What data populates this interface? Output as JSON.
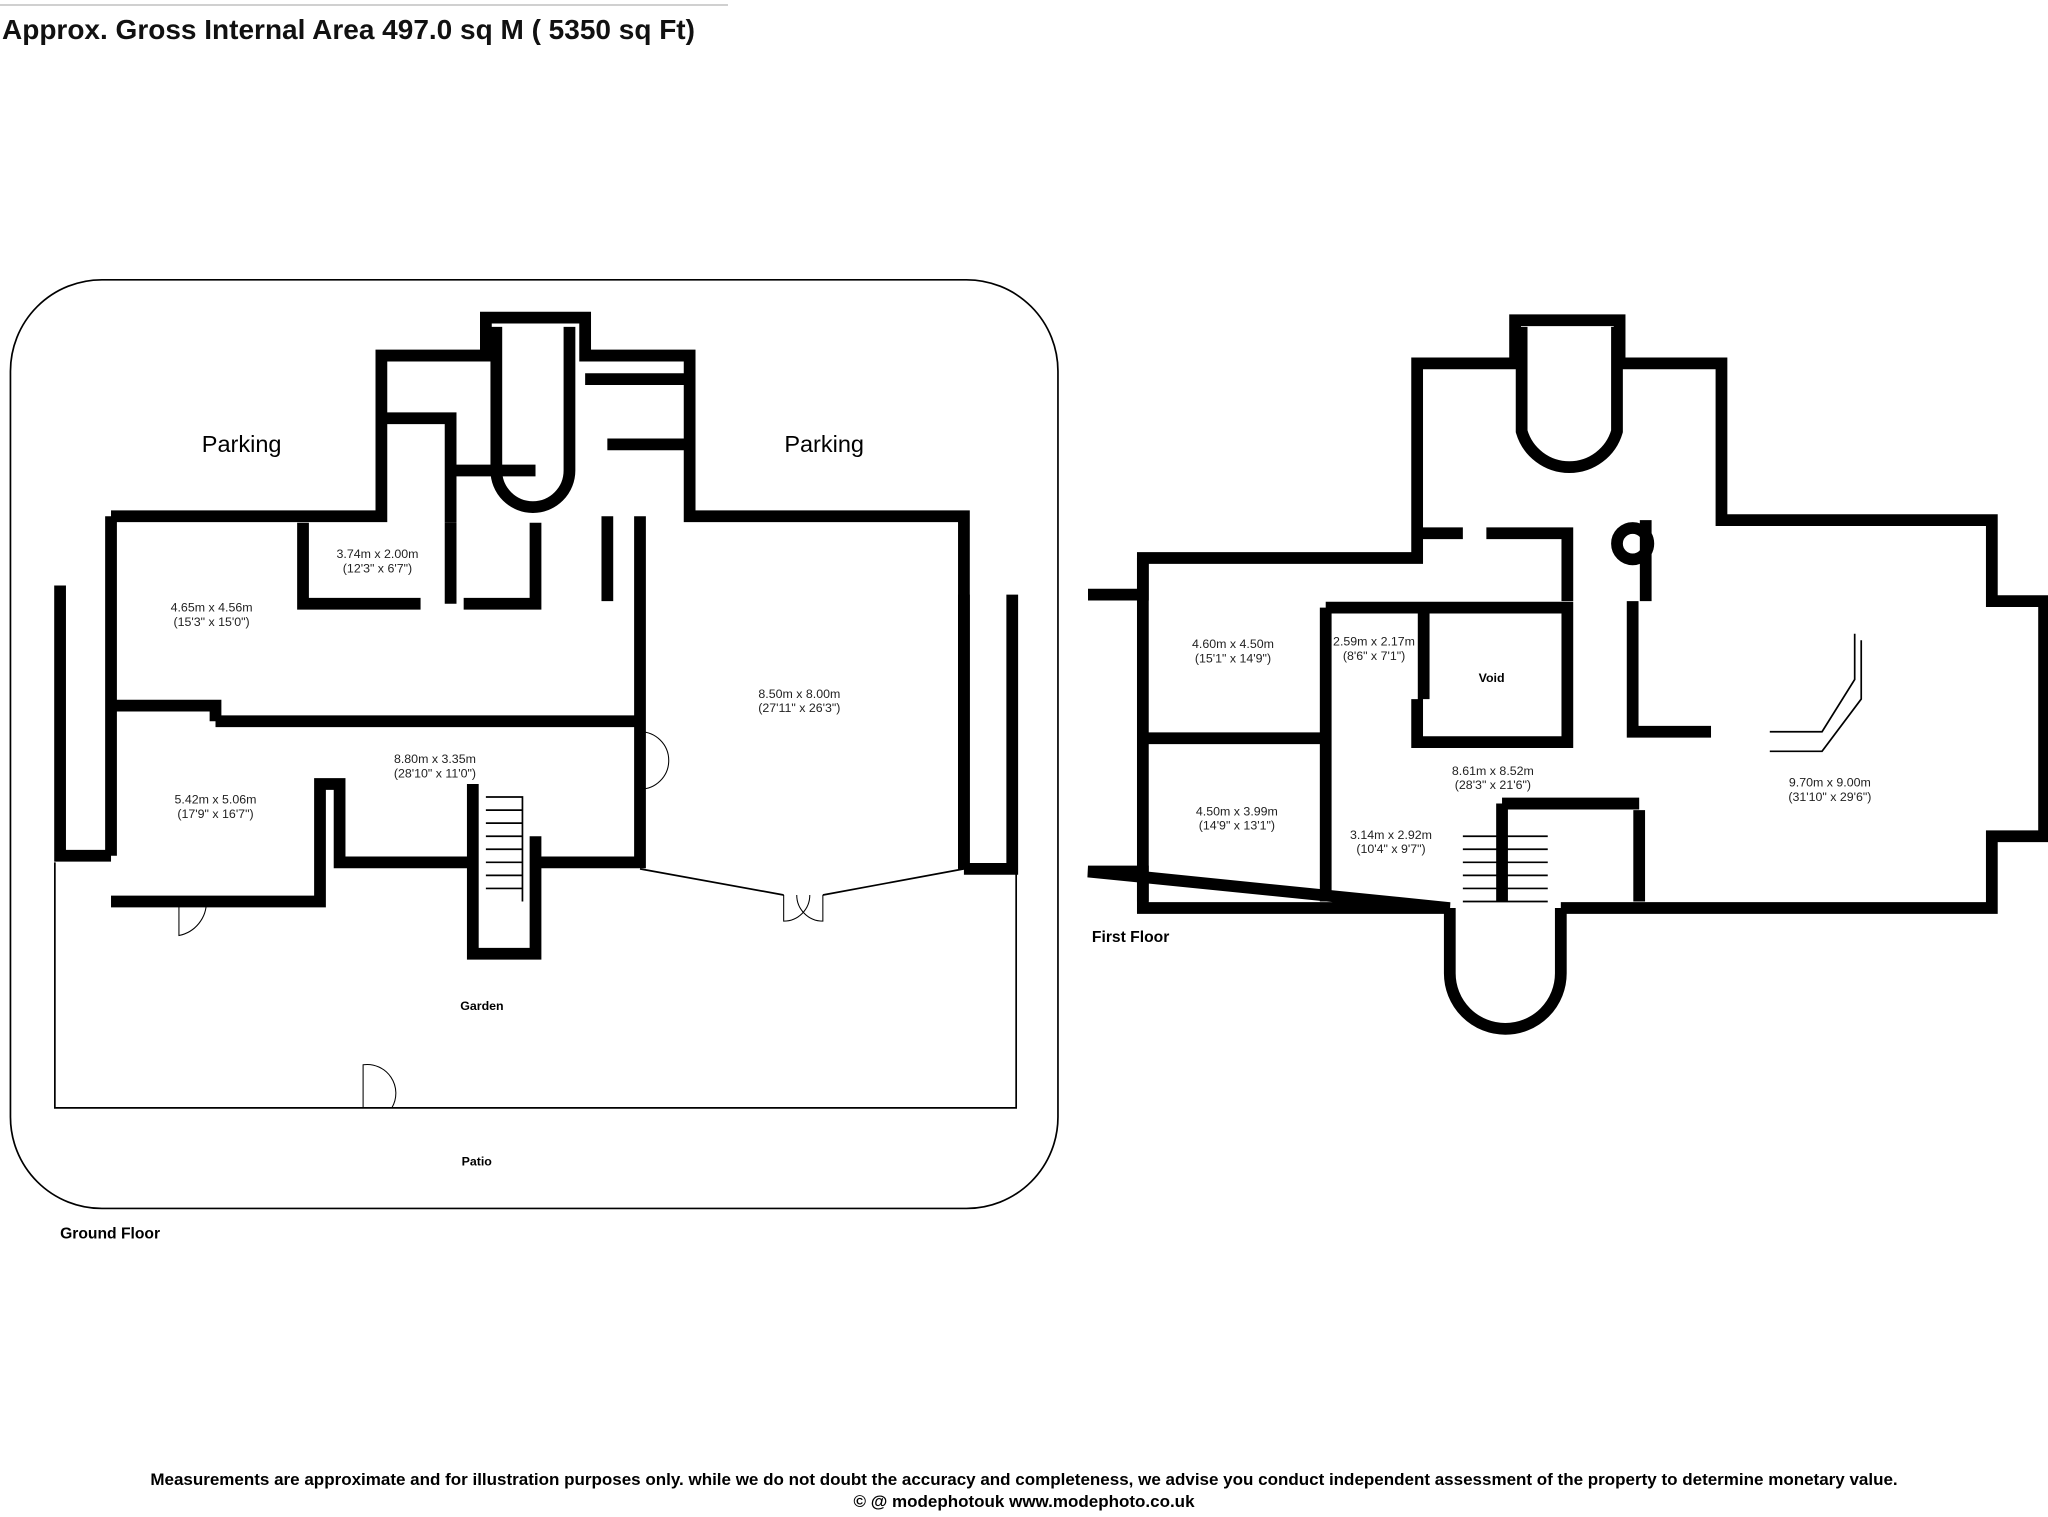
{
  "header": {
    "title": "Approx. Gross Internal Area 497.0 sq M ( 5350 sq Ft)"
  },
  "ground_floor": {
    "label": "Ground Floor",
    "parking_left": "Parking",
    "parking_right": "Parking",
    "garden": "Garden",
    "patio": "Patio",
    "rooms": [
      {
        "metric": "3.74m x 2.00m",
        "imperial": "(12'3\" x 6'7\")"
      },
      {
        "metric": "4.65m x 4.56m",
        "imperial": "(15'3\" x 15'0\")"
      },
      {
        "metric": "8.50m x 8.00m",
        "imperial": "(27'11\" x 26'3\")"
      },
      {
        "metric": "8.80m x 3.35m",
        "imperial": "(28'10\" x 11'0\")"
      },
      {
        "metric": "5.42m x 5.06m",
        "imperial": "(17'9\" x 16'7\")"
      }
    ]
  },
  "first_floor": {
    "label": "First Floor",
    "void": "Void",
    "rooms": [
      {
        "metric": "4.60m x 4.50m",
        "imperial": "(15'1\" x 14'9\")"
      },
      {
        "metric": "2.59m x 2.17m",
        "imperial": "(8'6\" x 7'1\")"
      },
      {
        "metric": "8.61m x 8.52m",
        "imperial": "(28'3\" x 21'6\")"
      },
      {
        "metric": "9.70m x 9.00m",
        "imperial": "(31'10\" x 29'6\")"
      },
      {
        "metric": "4.50m x 3.99m",
        "imperial": "(14'9\" x 13'1\")"
      },
      {
        "metric": "3.14m x 2.92m",
        "imperial": "(10'4\" x 9'7\")"
      }
    ]
  },
  "footer": {
    "disclaimer": "Measurements are approximate and for illustration purposes only. while we do not doubt the accuracy and completeness, we advise you conduct independent assessment of the property to determine monetary value.",
    "credit": "© @ modephotouk www.modephoto.co.uk"
  }
}
